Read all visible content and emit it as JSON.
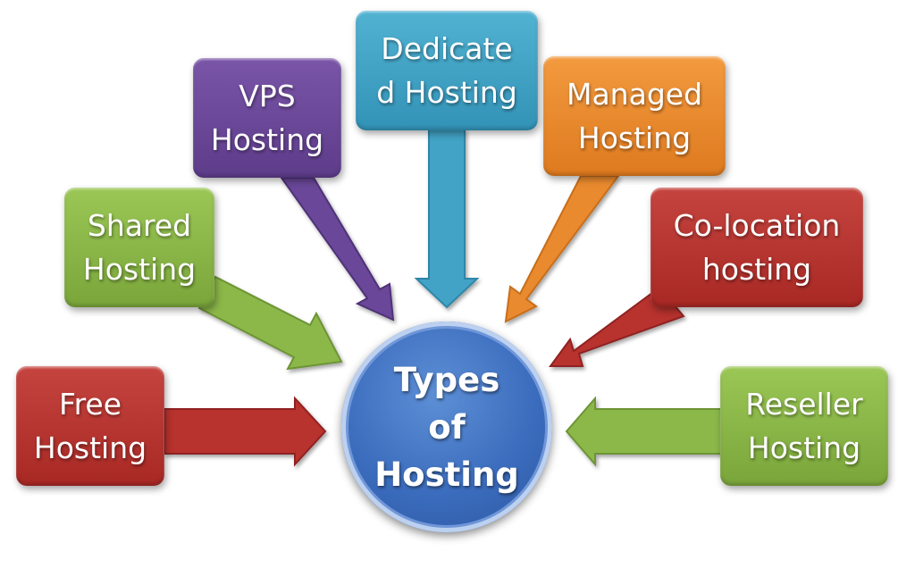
{
  "center": {
    "lines": [
      "Types",
      "of",
      "Hosting"
    ]
  },
  "nodes": [
    {
      "id": "free",
      "lines": [
        "Free",
        "Hosting"
      ],
      "color": "#b8322e"
    },
    {
      "id": "shared",
      "lines": [
        "Shared",
        "Hosting"
      ],
      "color": "#8cb84a"
    },
    {
      "id": "vps",
      "lines": [
        "VPS",
        "Hosting"
      ],
      "color": "#6a4798"
    },
    {
      "id": "dedicated",
      "lines": [
        "Dedicate",
        "d Hosting"
      ],
      "color": "#42a3c6"
    },
    {
      "id": "managed",
      "lines": [
        "Managed",
        "Hosting"
      ],
      "color": "#ea8a2e"
    },
    {
      "id": "colocation",
      "lines": [
        "Co-location",
        "hosting"
      ],
      "color": "#b8322e"
    },
    {
      "id": "reseller",
      "lines": [
        "Reseller",
        "Hosting"
      ],
      "color": "#8cb84a"
    }
  ]
}
